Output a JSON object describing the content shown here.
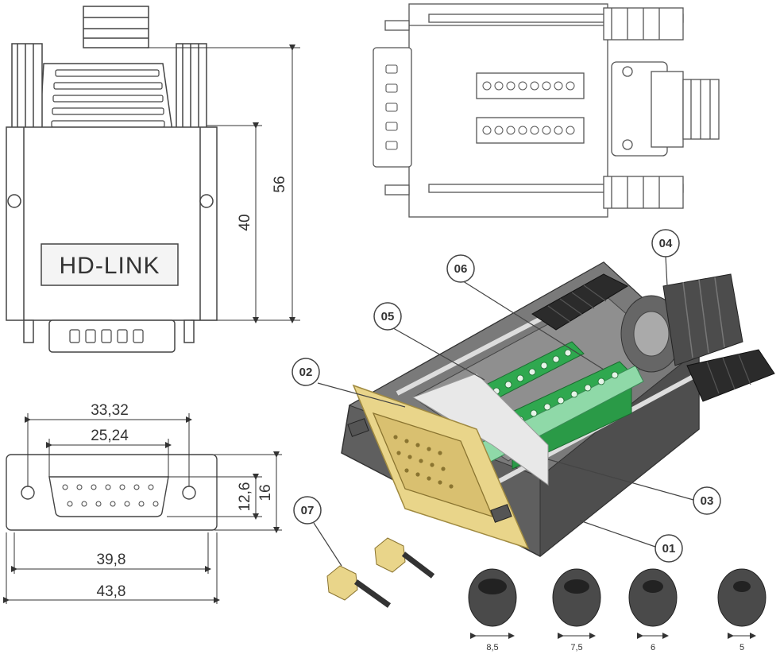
{
  "front_view": {
    "brand_label": "HD-LINK",
    "dim_height_total": "56",
    "dim_height_body": "40"
  },
  "bottom_view": {
    "dim_pin_span": "33,32",
    "dim_shell_inner": "25,24",
    "dim_shell_height": "12,6",
    "dim_total_height": "16",
    "dim_flange_holes": "39,8",
    "dim_total_width": "43,8"
  },
  "callouts": [
    "01",
    "02",
    "03",
    "04",
    "05",
    "06",
    "07"
  ],
  "grommets": [
    "8,5",
    "7,5",
    "6",
    "5"
  ],
  "colors": {
    "line": "#444444",
    "shell_gray": "#666666",
    "connector_gold": "#e9d58a",
    "terminal_green": "#2fa84f"
  }
}
